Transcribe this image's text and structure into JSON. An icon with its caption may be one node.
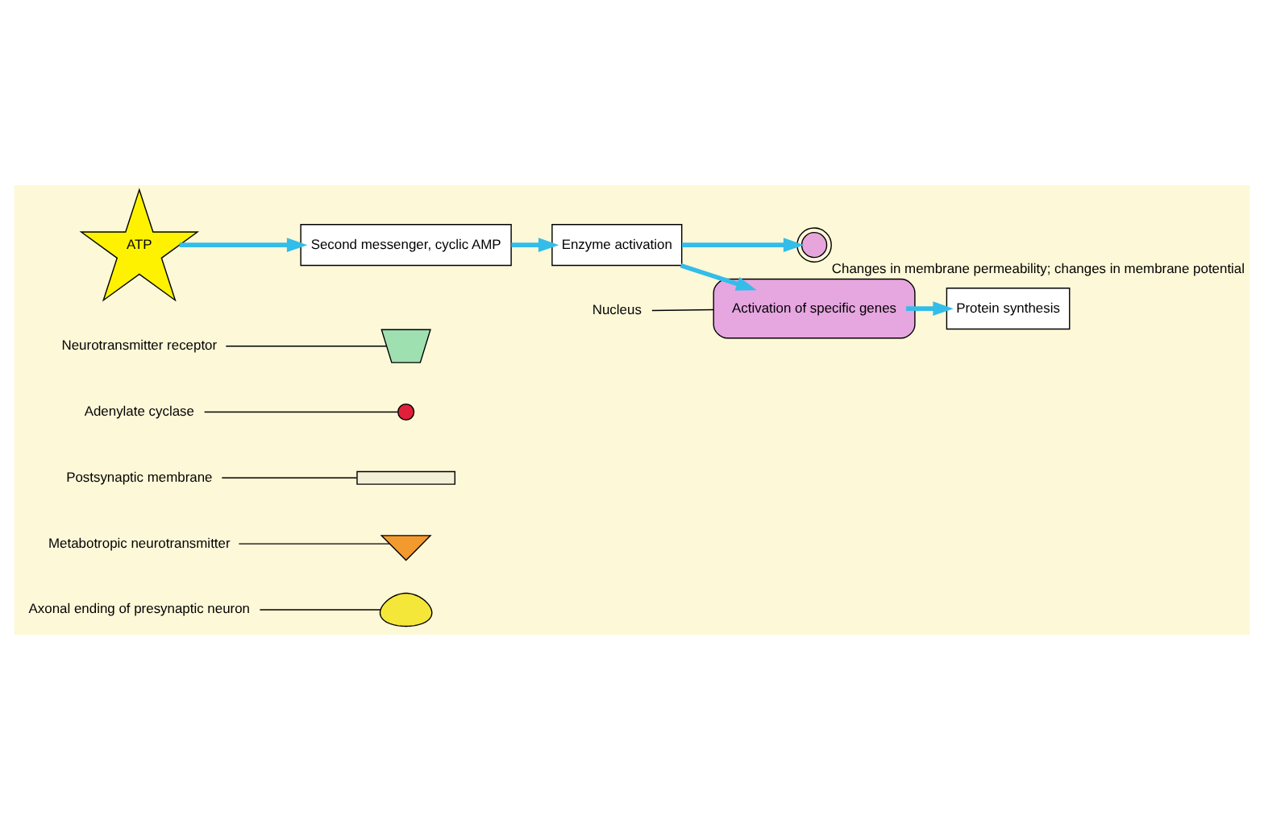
{
  "diagram": {
    "nodes": [
      {
        "text": [
          "Axonal ending of presynaptic neuron"
        ]
      },
      {
        "text": [],
        "shape": "bulb"
      },
      {
        "text": [
          "Metabotropic neurotransmitter"
        ]
      },
      {
        "text": [],
        "shape": "triangle"
      },
      {
        "text": [
          "Postsynaptic membrane"
        ]
      },
      {
        "text": [],
        "shape": "bar"
      },
      {
        "text": [
          "Adenylate cyclase"
        ]
      },
      {
        "text": [],
        "shape": "cup"
      },
      {
        "text": [
          "Neurotransmitter receptor"
        ]
      },
      {
        "text": [],
        "shape": "circle"
      },
      {
        "text": [
          "ATP"
        ]
      },
      {
        "text": [
          "Second messenger, cyclic AMP"
        ]
      },
      {
        "text": [
          "Enzyme activation"
        ]
      },
      {
        "text": [],
        "shape": "channel",
        "beside": [
          "Changes in membrane permeability; changes in membrane potential"
        ]
      },
      {
        "text": [
          "Nucleus"
        ]
      },
      {
        "text": [],
        "shape": "picture"
      },
      {
        "text": [
          "Activation of specific genes"
        ],
        "in": 15
      },
      {
        "text": [
          "Protein synthesis"
        ]
      }
    ],
    "edges": [
      {
        "from": 0,
        "to": 1,
        "arrow": "none"
      },
      {
        "from": 2,
        "to": 3,
        "arrow": "none"
      },
      {
        "from": 4,
        "to": 5,
        "arrow": "none"
      },
      {
        "from": 6,
        "to": 9,
        "arrow": "none"
      },
      {
        "from": 8,
        "to": 7,
        "arrow": "none"
      },
      {
        "from": 10,
        "to": 11,
        "arrow": "to",
        "style": "thick",
        "color": "#33bde8"
      },
      {
        "from": 11,
        "to": 12,
        "arrow": "to",
        "style": "thick",
        "color": "#33bde8"
      },
      {
        "from": 12,
        "to": 13,
        "arrow": "to",
        "style": "thick",
        "color": "#33bde8"
      },
      {
        "from": 12,
        "to": 16,
        "arrow": "to",
        "style": "thick",
        "color": "#33bde8"
      },
      {
        "from": 16,
        "to": 17,
        "arrow": "to",
        "style": "thick",
        "color": "#33bde8"
      },
      {
        "from": 14,
        "to": 15,
        "arrow": "none"
      }
    ]
  }
}
